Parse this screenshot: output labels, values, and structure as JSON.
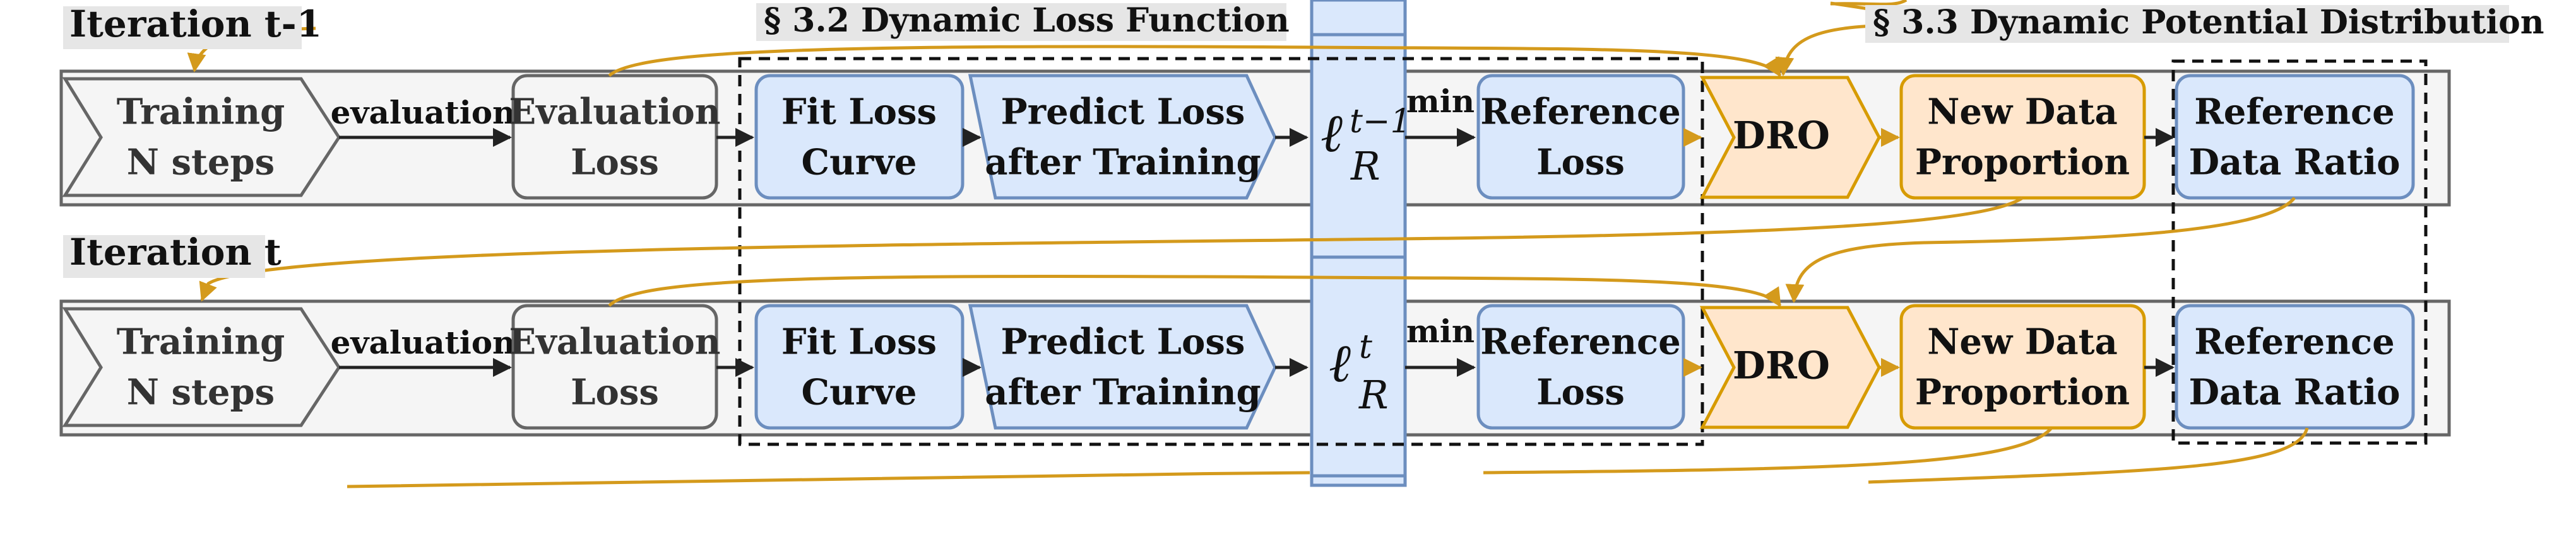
{
  "headers": {
    "iter_prev": "Iteration t-1",
    "iter_curr": "Iteration t",
    "section_loss": "§ 3.2 Dynamic Loss Function",
    "section_potential": "§ 3.3 Dynamic Potential Distribution"
  },
  "nodes": {
    "training_l1": "Training",
    "training_l2": "N steps",
    "eval_l1": "Evaluation",
    "eval_l2": "Loss",
    "fit_l1": "Fit Loss",
    "fit_l2": "Curve",
    "predict_l1": "Predict Loss",
    "predict_l2": "after Training",
    "ref_loss_l1": "Reference",
    "ref_loss_l2": "Loss",
    "dro": "DRO",
    "ndp_l1": "New Data",
    "ndp_l2": "Proportion",
    "rdr_l1": "Reference",
    "rdr_l2": "Data Ratio"
  },
  "edges": {
    "evaluation": "evaluation",
    "min": "min"
  },
  "symbols": {
    "ell": "ℓ",
    "sub_r": "R",
    "sup_prev": "t−1",
    "sup_curr": "t"
  },
  "colors": {
    "gray_fill": "#f5f5f5",
    "gray_stroke": "#666666",
    "blue_fill": "#dae8fc",
    "blue_stroke": "#6c8ebf",
    "orange_fill": "#ffe6cc",
    "orange_stroke": "#d79b00",
    "feedback": "#d49a1c",
    "header_bg": "#e6e6e6"
  }
}
